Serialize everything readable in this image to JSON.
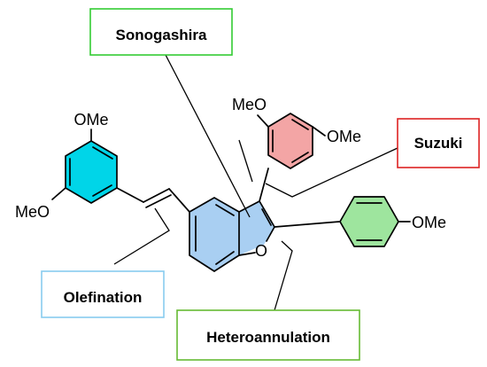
{
  "boxes": {
    "sonogashira": {
      "label": "Sonogashira",
      "color": "#33cc33"
    },
    "suzuki": {
      "label": "Suzuki",
      "color": "#dd2222"
    },
    "olefination": {
      "label": "Olefination",
      "color": "#88ccee"
    },
    "heteroannulation": {
      "label": "Heteroannulation",
      "color": "#66bb33"
    }
  },
  "atoms": {
    "ome_top_left": "OMe",
    "meo_bottom_left": "MeO",
    "meo_top_right": "MeO",
    "ome_top_right": "OMe",
    "ome_far_right": "OMe",
    "furan_oxygen": "O"
  },
  "ring_fills": {
    "dimethoxystyryl": "#00d5e8",
    "benzofuran": "#a9cff2",
    "dimethoxyphenyl": "#f3a5a5",
    "methoxyphenyl": "#9ee59e"
  },
  "icons": [
    "benzene-ring",
    "furan-ring",
    "double-bond"
  ]
}
